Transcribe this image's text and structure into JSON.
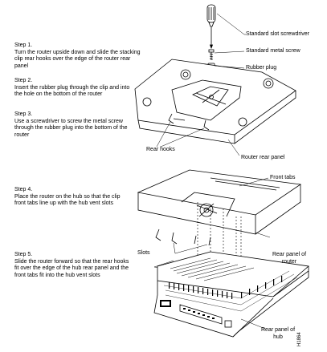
{
  "steps": [
    {
      "title": "Step 1.",
      "body": "Turn the router upside down and slide the stacking clip rear hooks over the edge of the router rear panel"
    },
    {
      "title": "Step 2.",
      "body": "Insert the rubber plug through the clip and into the hole on the bottom of the router"
    },
    {
      "title": "Step 3.",
      "body": "Use a screwdriver to screw the metal screw through the rubber plug into the bottom of the router"
    },
    {
      "title": "Step 4.",
      "body": "Place the router on the hub so that the clip front tabs line up with the hub vent slots"
    },
    {
      "title": "Step 5.",
      "body": "Slide the router forward so that the rear hooks fit over the edge of the hub rear panel and the front tabs fit into the hub vent slots"
    }
  ],
  "callouts": {
    "screwdriver": "Standard slot screwdriver",
    "screw": "Standard metal screw",
    "plug": "Rubber plug",
    "rear_hooks": "Rear hooks",
    "router_rear_panel": "Router rear panel",
    "front_tabs": "Front tabs",
    "slots": "Slots",
    "rear_panel_router": "Rear panel of router",
    "rear_panel_hub": "Rear panel of hub"
  },
  "figure_id": "H1864"
}
